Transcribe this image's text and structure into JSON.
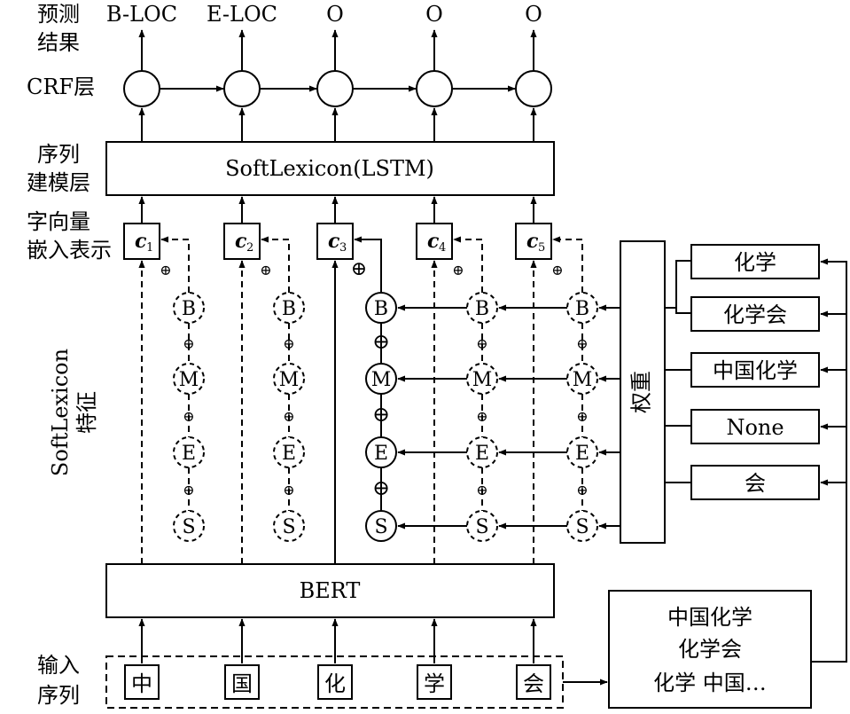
{
  "labels": {
    "prediction": [
      "预测",
      "结果"
    ],
    "crf": "CRF层",
    "seq_model": [
      "序列",
      "建模层"
    ],
    "char_embed": [
      "字向量",
      "嵌入表示"
    ],
    "softlexicon_feature": [
      "SoftLexicon",
      "特征"
    ],
    "input": [
      "输入",
      "序列"
    ],
    "weight": "权重"
  },
  "predictions": [
    "B-LOC",
    "E-LOC",
    "O",
    "O",
    "O"
  ],
  "seq_layer": "SoftLexicon(LSTM)",
  "bert": "BERT",
  "embeddings": [
    {
      "base": "c",
      "sub": "1"
    },
    {
      "base": "c",
      "sub": "2"
    },
    {
      "base": "c",
      "sub": "3"
    },
    {
      "base": "c",
      "sub": "4"
    },
    {
      "base": "c",
      "sub": "5"
    }
  ],
  "bmes": [
    "B",
    "M",
    "E",
    "S"
  ],
  "plus_symbol": "⊕",
  "input_chars": [
    "中",
    "国",
    "化",
    "学",
    "会"
  ],
  "lexicon_words": [
    "化学",
    "化学会",
    "中国化学",
    "None",
    "会"
  ],
  "matched_words": [
    "中国化学",
    "化学会",
    "化学 中国…"
  ]
}
